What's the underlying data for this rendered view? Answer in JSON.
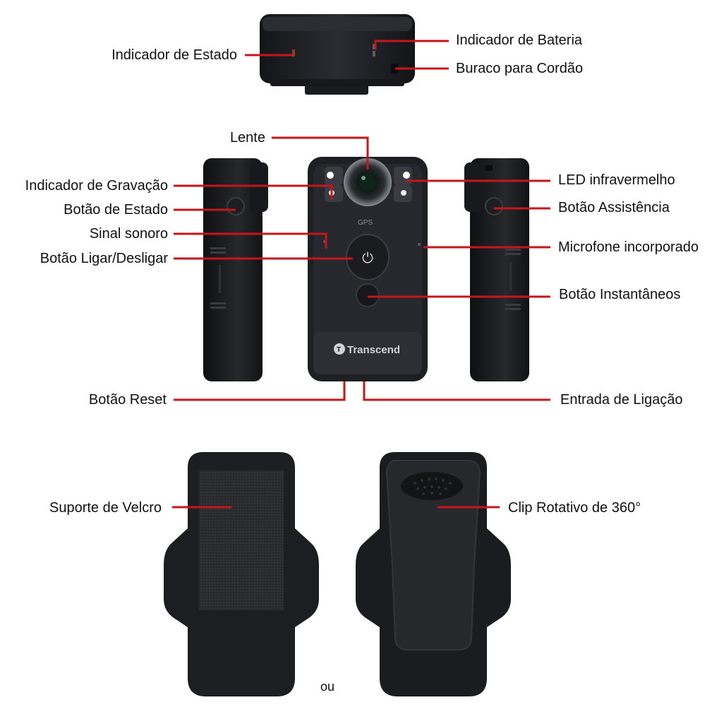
{
  "colors": {
    "leader_line": "#c8141b",
    "device_body": "#1b1c1f",
    "device_edge": "#2e3035",
    "accent_led": "#ffffff"
  },
  "brand": {
    "logo_text": "Transcend",
    "gps_text": "GPS"
  },
  "labels": {
    "status_indicator": "Indicador de Estado",
    "battery_indicator": "Indicador de Bateria",
    "lanyard_hole": "Buraco para Cordão",
    "lens": "Lente",
    "recording_indicator": "Indicador de Gravação",
    "status_button": "Botão de Estado",
    "buzzer": "Sinal sonoro",
    "power_button": "Botão Ligar/Desligar",
    "ir_led": "LED infravermelho",
    "assist_button": "Botão Assistência",
    "microphone": "Microfone incorporado",
    "snapshot_button": "Botão Instantâneos",
    "reset_button": "Botão Reset",
    "connection_port": "Entrada de Ligação",
    "velcro_mount": "Suporte de Velcro",
    "rotating_clip": "Clip Rotativo de 360°"
  },
  "connector_word": "ou"
}
